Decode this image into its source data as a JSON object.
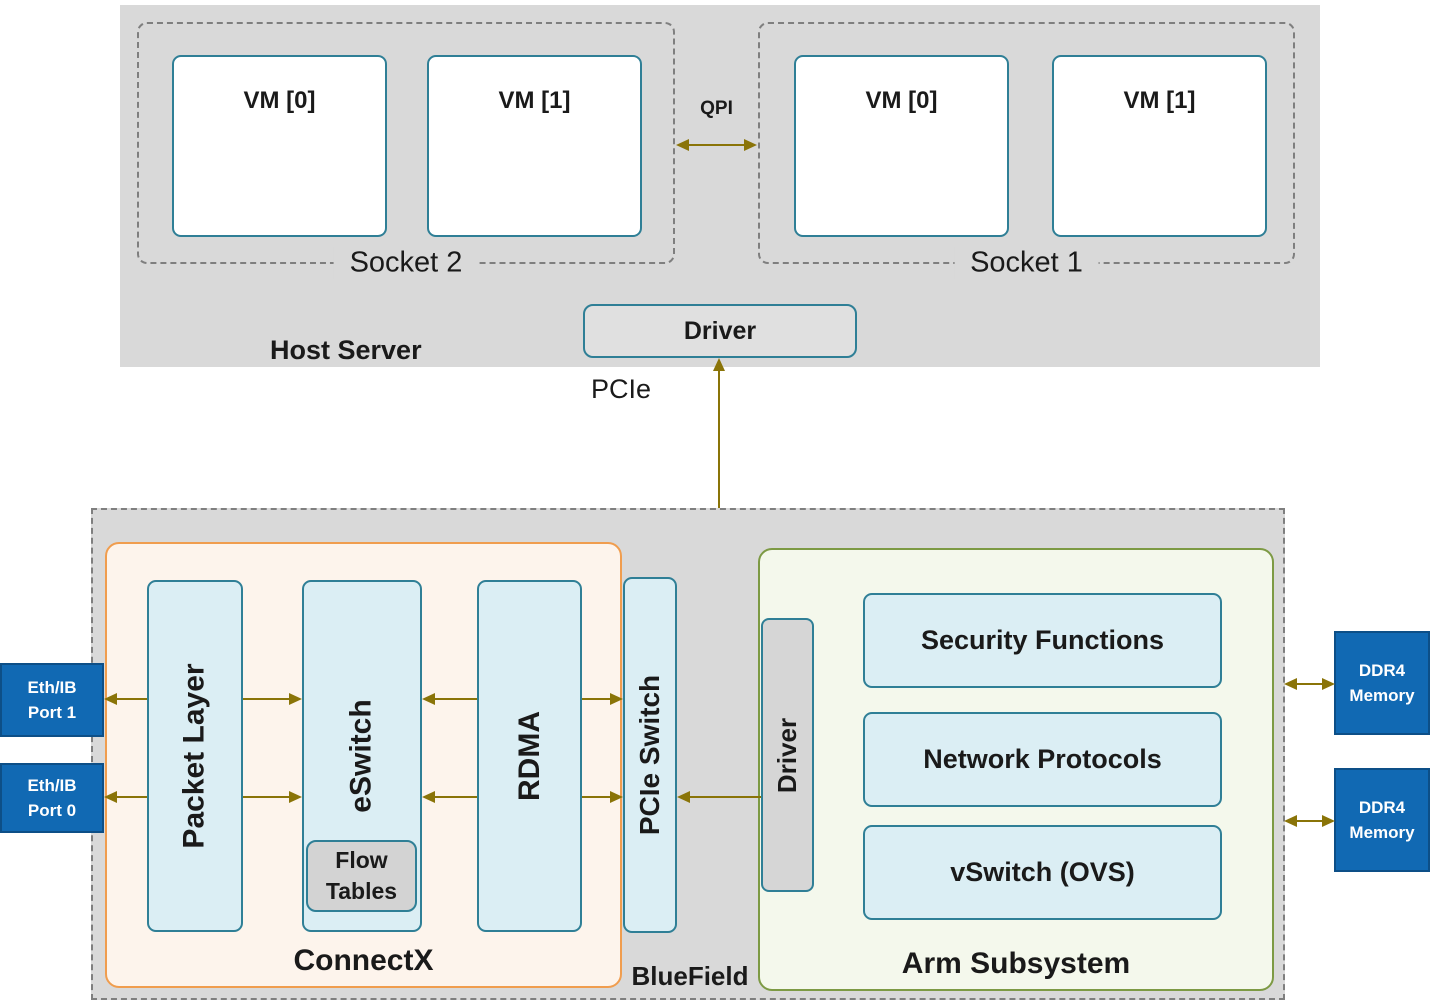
{
  "host_server": {
    "label": "Host Server",
    "sockets": [
      {
        "label": "Socket 2",
        "vms": [
          "VM [0]",
          "VM [1]"
        ]
      },
      {
        "label": "Socket 1",
        "vms": [
          "VM [0]",
          "VM [1]"
        ]
      }
    ],
    "driver_label": "Driver",
    "qpi_label": "QPI"
  },
  "pcie_label": "PCIe",
  "bluefield": {
    "label": "BlueField",
    "connectx": {
      "label": "ConnectX",
      "blocks": [
        "Packet Layer",
        "eSwitch",
        "RDMA"
      ],
      "flow_tables": {
        "line1": "Flow",
        "line2": "Tables"
      }
    },
    "pcie_switch_label": "PCIe Switch",
    "arm": {
      "label": "Arm Subsystem",
      "driver_label": "Driver",
      "blocks": [
        "Security Functions",
        "Network Protocols",
        "vSwitch (OVS)"
      ]
    }
  },
  "ports": [
    {
      "line1": "Eth/IB",
      "line2": "Port 1"
    },
    {
      "line1": "Eth/IB",
      "line2": "Port 0"
    }
  ],
  "memory": [
    {
      "line1": "DDR4",
      "line2": "Memory"
    },
    {
      "line1": "DDR4",
      "line2": "Memory"
    }
  ],
  "connections": [
    {
      "from": "Socket 2",
      "to": "Socket 1",
      "label": "QPI",
      "direction": "both"
    },
    {
      "from": "BlueField PCIe Switch",
      "to": "Host Driver",
      "label": "PCIe",
      "direction": "both"
    },
    {
      "from": "Packet Layer",
      "to": "Eth/IB Port 1",
      "direction": "left"
    },
    {
      "from": "Packet Layer",
      "to": "Eth/IB Port 0",
      "direction": "left"
    },
    {
      "from": "Packet Layer",
      "to": "eSwitch",
      "direction": "right",
      "rows": 2
    },
    {
      "from": "RDMA",
      "to": "eSwitch",
      "direction": "left",
      "rows": 2
    },
    {
      "from": "RDMA",
      "to": "PCIe Switch",
      "direction": "right",
      "rows": 2
    },
    {
      "from": "Arm Driver",
      "to": "PCIe Switch",
      "direction": "left"
    },
    {
      "from": "Arm Subsystem",
      "to": "DDR4 Memory",
      "direction": "both",
      "rows": 2
    }
  ],
  "colors": {
    "container_gray": "#d9d9d9",
    "block_lightblue": "#dbeef4",
    "teal_border": "#2f7f96",
    "connectx_fill": "#fdf4ec",
    "connectx_border": "#f09d4e",
    "arm_fill": "#f4f8ec",
    "arm_border": "#7d9a44",
    "port_blue": "#1169b3",
    "arrow_olive": "#8a7408"
  }
}
